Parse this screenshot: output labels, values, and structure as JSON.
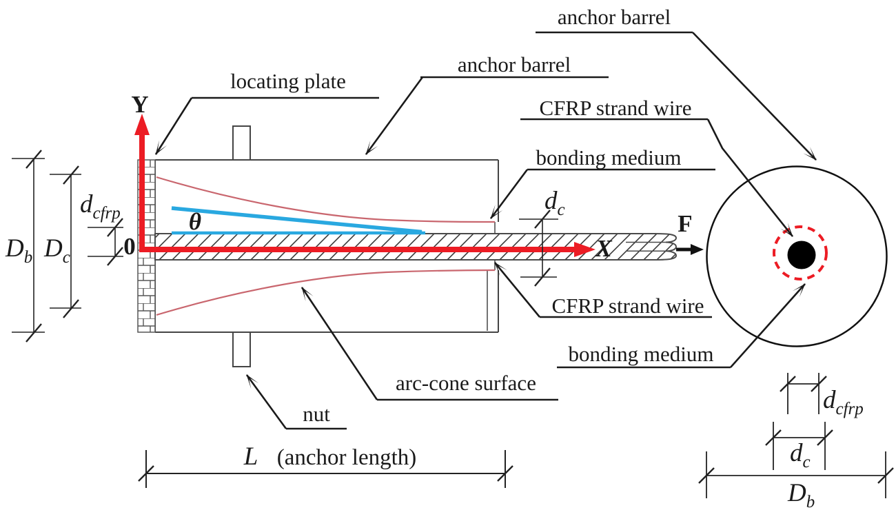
{
  "figure": "CFRP strand wire anchor diagram (side section and cross-section)",
  "colors": {
    "axis_red": "#ec1c24",
    "cone_curve_pink": "#c9666e",
    "wedge_blue": "#29a8e0",
    "line_dark": "#3c3c3c",
    "text_dark": "#1a1a1a"
  },
  "axis": {
    "y_label": "Y",
    "x_label": "X",
    "origin_label": "0",
    "theta_label": "θ",
    "force_label": "F"
  },
  "callouts": {
    "locating_plate": "locating plate",
    "anchor_barrel_side": "anchor barrel",
    "anchor_barrel_section": "anchor barrel",
    "cfrp_strand_wire_upper": "CFRP strand wire",
    "bonding_medium_upper": "bonding medium",
    "cfrp_strand_wire_lower": "CFRP strand wire",
    "bonding_medium_lower": "bonding medium",
    "arc_cone_surface": "arc-cone surface",
    "nut": "nut"
  },
  "dimensions": {
    "anchor_length": {
      "symbol": "L",
      "description": "(anchor length)"
    },
    "Db": {
      "main": "D",
      "sub": "b"
    },
    "Dc": {
      "main": "D",
      "sub": "c"
    },
    "dcfrp": {
      "main": "d",
      "sub": "cfrp"
    },
    "dc": {
      "main": "d",
      "sub": "c"
    }
  }
}
